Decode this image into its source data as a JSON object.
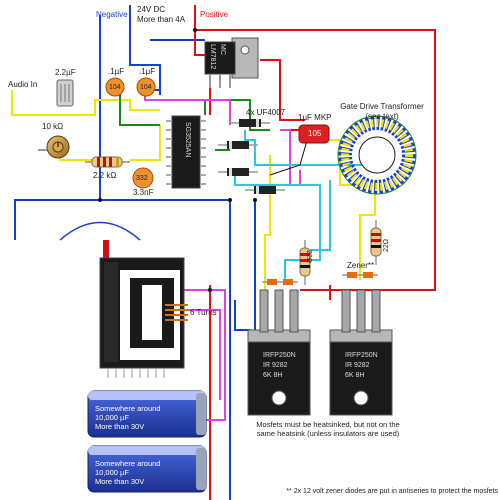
{
  "rails": {
    "negative": "Negative",
    "supply_line1": "24V DC",
    "supply_line2": "More than 4A",
    "positive": "Positive"
  },
  "audio_in": "Audio In",
  "parts": {
    "cap_input": "2.2µF",
    "cap_1a": ".1µF",
    "cap_1a_code": "104",
    "cap_1b": ".1µF",
    "cap_1b_code": "104",
    "pot": "10 kΩ",
    "res_input": "2.2 kΩ",
    "cap_33": "3.3nF",
    "cap_33_code": "332",
    "regulator_line1": "MC",
    "regulator_line2": "LM7812",
    "ic_text": "SG3525AN",
    "diodes": "4x  UF4007",
    "mkp": "1µF MKP",
    "mkp_code": "105",
    "gdt_line1": "Gate Drive Transformer",
    "gdt_line2": "(see text)",
    "res_22a": "22Ω",
    "res_22b": "22Ω",
    "zener": "Zener**",
    "turns": "6 Turns",
    "mosfet_line1": "IRFP250N",
    "mosfet_line2": "IR   9282",
    "mosfet_line3": "6K   8H"
  },
  "capacitors": [
    {
      "line1": "Somewhere around",
      "line2": "10,000 µF",
      "line3": "More than 30V"
    },
    {
      "line1": "Somewhere around",
      "line2": "10,000 µF",
      "line3": "More than 30V"
    }
  ],
  "notes": {
    "heatsink_line1": "Mosfets must be heatsinked, but not on the",
    "heatsink_line2": "same heatsink (unless insulators are used)",
    "footnote": "** 2x 12 volt zener diodes are put in antiseries to protect the mosfets"
  },
  "colors": {
    "negative": "#1a3fd0",
    "positive": "#e01010",
    "yellow": "#f2e600",
    "green": "#1a8a1a",
    "magenta": "#e040e0",
    "cyan": "#28c8e0",
    "cap_blue": "#1e3fb0"
  }
}
